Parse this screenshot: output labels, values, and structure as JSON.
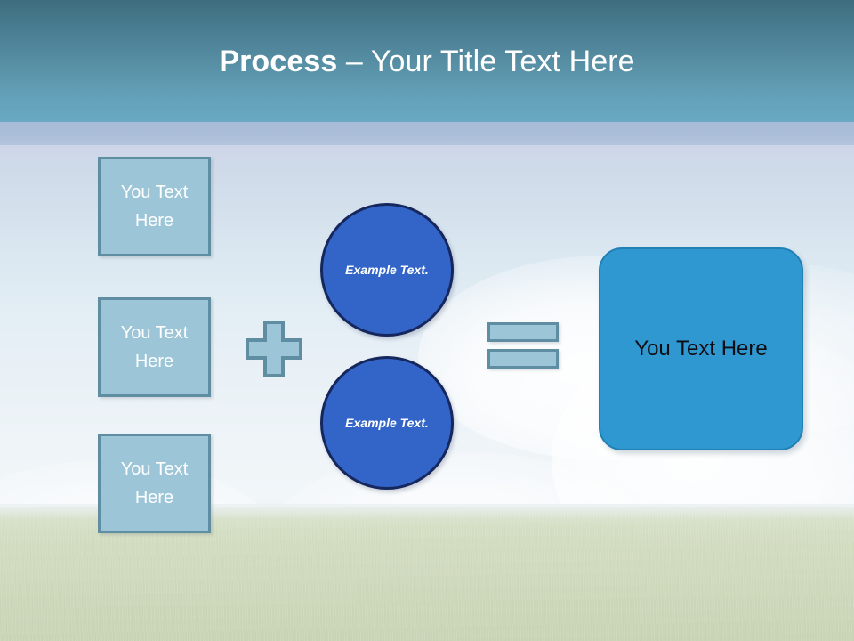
{
  "slide": {
    "title_strong": "Process",
    "title_rest": " – Your Title Text Here"
  },
  "inputs": [
    {
      "label": "You Text Here"
    },
    {
      "label": "You Text Here"
    },
    {
      "label": "You Text Here"
    }
  ],
  "operators": {
    "plus": "+",
    "equals": "="
  },
  "circles": [
    {
      "label": "Example Text."
    },
    {
      "label": "Example Text."
    }
  ],
  "result": {
    "label": "You Text Here"
  },
  "colors": {
    "header_top": "#3d6d7f",
    "header_bottom": "#6aa9c3",
    "input_box_fill": "#9cc5d8",
    "input_box_border": "#5f8ea2",
    "circle_fill": "#3365c8",
    "circle_border": "#15275c",
    "result_fill": "#3098d1",
    "result_border": "#2180b4",
    "title_text": "#ffffff",
    "grass": "#d2dcc0",
    "sky": "#e9f0f5"
  }
}
